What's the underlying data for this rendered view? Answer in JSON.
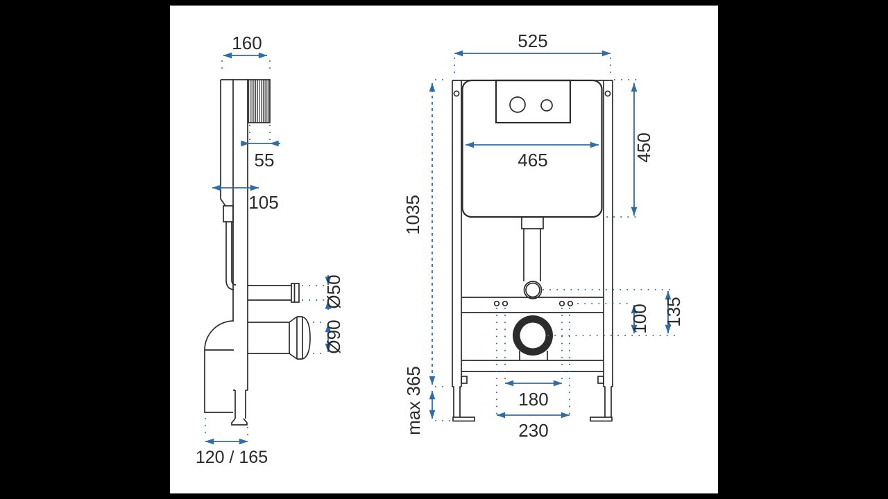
{
  "drawing": {
    "kind": "technical installation drawing - concealed WC cistern frame",
    "units": "mm",
    "colors": {
      "background": "#000000",
      "canvas": "#ffffff",
      "line": "#2b2b2b",
      "dimension": "#2f6da8"
    },
    "side_view": {
      "name": "side view",
      "dimensions": {
        "top_depth": "160",
        "wall_bracket_depth": "55",
        "frame_profile_depth": "105",
        "inlet_pipe_diameter": "Ø50",
        "waste_pipe_diameter": "Ø90",
        "floor_outlet_offset": "120 / 165"
      }
    },
    "front_view": {
      "name": "front view",
      "dimensions": {
        "frame_width": "525",
        "cistern_inner_width": "465",
        "cistern_height": "450",
        "frame_height": "1035",
        "leg_extension": "max 365",
        "bracket_to_outlet": "100",
        "flush_bend_to_outlet": "135",
        "fixing_spacing_inner": "180",
        "fixing_spacing_outer": "230"
      }
    }
  }
}
